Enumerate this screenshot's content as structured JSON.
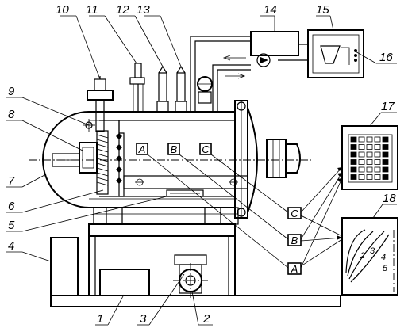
{
  "callouts": {
    "n1": "1",
    "n2": "2",
    "n3": "3",
    "n4": "4",
    "n5": "5",
    "n6": "6",
    "n7": "7",
    "n8": "8",
    "n9": "9",
    "n10": "10",
    "n11": "11",
    "n12": "12",
    "n13": "13",
    "n14": "14",
    "n15": "15",
    "n16": "16",
    "n17": "17",
    "n18": "18"
  },
  "zone_labels": {
    "a": "A",
    "b": "B",
    "c": "C"
  },
  "curve_labels": {
    "c2": "2",
    "c3": "3",
    "c4": "4",
    "c5": "5"
  }
}
